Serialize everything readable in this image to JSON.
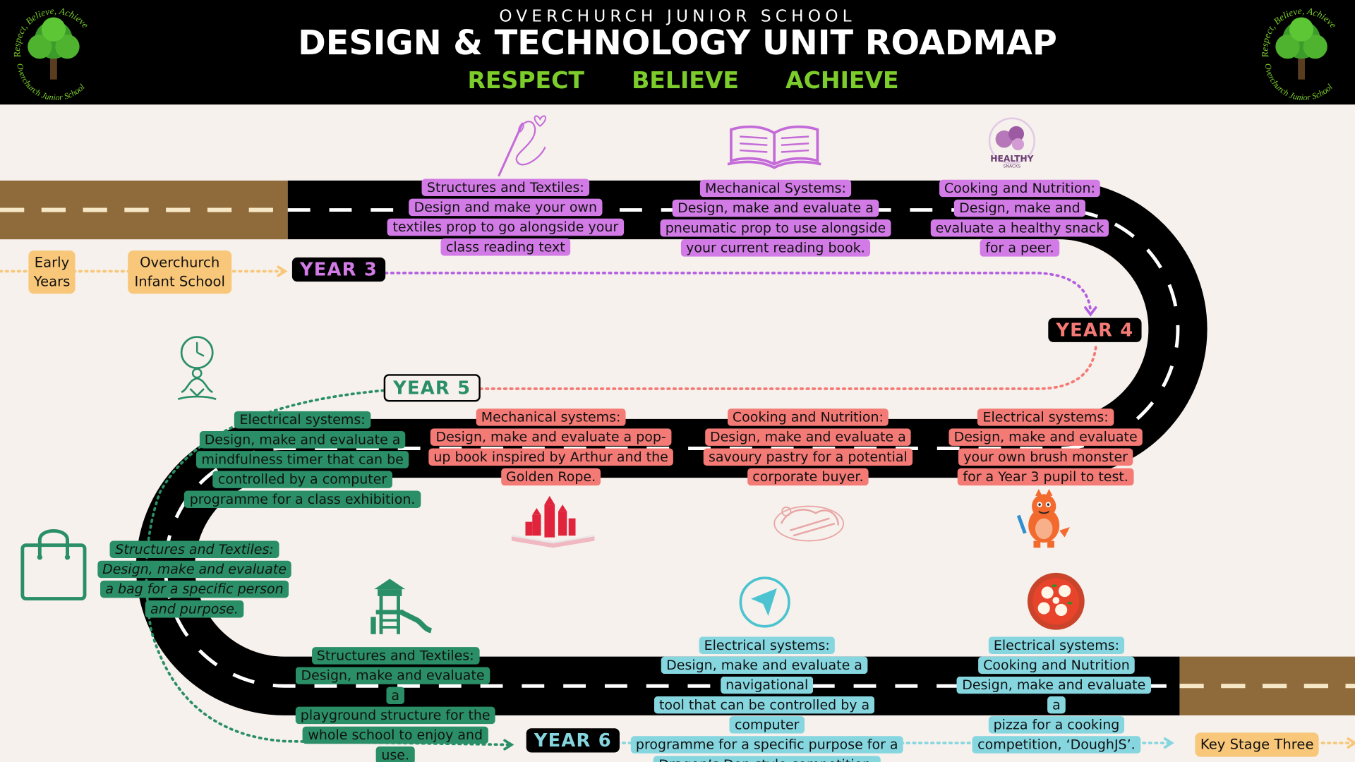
{
  "header": {
    "school": "OVERCHURCH JUNIOR SCHOOL",
    "title": "DESIGN & TECHNOLOGY UNIT ROADMAP",
    "values": [
      "RESPECT",
      "BELIEVE",
      "ACHIEVE"
    ],
    "logo_text_top": "Respect, Believe, Achieve",
    "logo_text_bottom": "Overchurch Junior School"
  },
  "stages": {
    "early_years": [
      "Early",
      "Years"
    ],
    "infant": [
      "Overchurch",
      "Infant School"
    ],
    "ks3": "Key Stage Three"
  },
  "years": {
    "y3": "YEAR 3",
    "y4": "YEAR 4",
    "y5": "YEAR 5",
    "y6": "YEAR 6"
  },
  "colors": {
    "year3": "#d27be6",
    "year4": "#f47a76",
    "year5": "#2a8f66",
    "year6": "#86d6e0",
    "stage": "#f8c779",
    "brand_green": "#7ccd2c"
  },
  "units": {
    "y3_textiles": [
      "Structures and Textiles:",
      "Design and make your own",
      "textiles prop to go alongside your",
      "class reading text"
    ],
    "y3_mechanical": [
      "Mechanical Systems:",
      "Design, make and evaluate a",
      "pneumatic prop to use alongside",
      "your current reading book."
    ],
    "y3_cooking": [
      "Cooking and Nutrition:",
      "Design, make and",
      "evaluate a healthy snack",
      "for a peer."
    ],
    "y4_electrical": [
      "Electrical systems:",
      "Design, make and evaluate",
      "your own brush monster",
      "for a Year 3 pupil to test."
    ],
    "y4_cooking": [
      "Cooking and Nutrition:",
      "Design, make and evaluate a",
      "savoury pastry for a potential",
      "corporate buyer."
    ],
    "y4_mechanical": [
      "Mechanical systems:",
      "Design, make and evaluate a pop-",
      "up book inspired by Arthur and the",
      "Golden Rope."
    ],
    "y5_electrical": [
      "Electrical systems:",
      "Design, make and evaluate a",
      "mindfulness timer that can be",
      "controlled by a computer",
      "programme for a class exhibition."
    ],
    "y5_textiles": [
      "Structures and Textiles:",
      "Design, make and evaluate",
      "a bag for a specific person",
      "and purpose."
    ],
    "y6_structures": [
      "Structures and Textiles:",
      "Design, make and evaluate a",
      "playground structure for the",
      "whole school to enjoy and",
      "use."
    ],
    "y6_electrical": [
      "Electrical systems:",
      "Design, make and evaluate a navigational",
      "tool that can be controlled by a computer",
      "programme for a specific purpose for a",
      "Dragon’s Den style competition."
    ],
    "y6_cooking": [
      "Electrical systems:",
      "Cooking and Nutrition",
      "Design, make and evaluate a",
      "pizza for a cooking",
      "competition, ‘DoughJS’."
    ]
  },
  "icons": {
    "healthy_label": "HEALTHY",
    "healthy_sub": "SNACKS"
  }
}
